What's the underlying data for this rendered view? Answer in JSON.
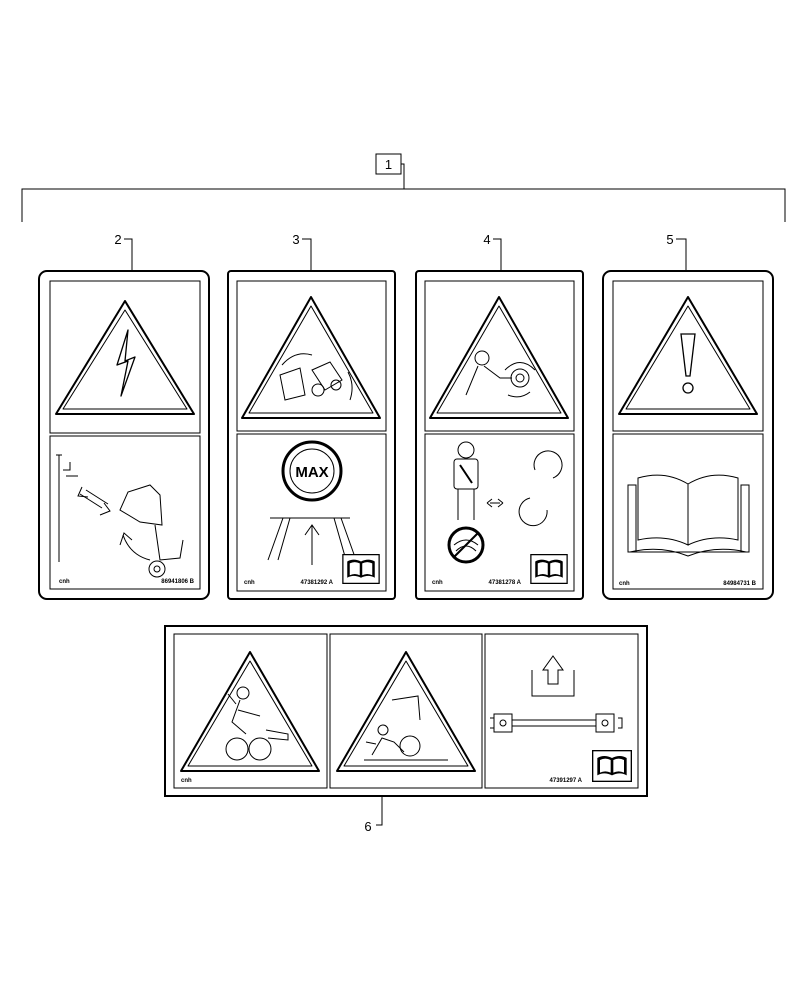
{
  "callouts": {
    "c1": "1",
    "c2": "2",
    "c3": "3",
    "c4": "4",
    "c5": "5",
    "c6": "6"
  },
  "decals": {
    "d2": {
      "brand": "cnh",
      "part_number": "86941806 B"
    },
    "d3": {
      "brand": "cnh",
      "part_number": "47381292 A",
      "max_label": "MAX"
    },
    "d4": {
      "brand": "cnh",
      "part_number": "47381278 A"
    },
    "d5": {
      "brand": "cnh",
      "part_number": "84984731 B"
    },
    "d6": {
      "brand": "cnh",
      "part_number": "47391297 A"
    }
  },
  "icons": [
    "electric-shock-icon",
    "crush-hazard-icon",
    "rotating-parts-icon",
    "exclamation-icon",
    "manual-book-icon",
    "entanglement-icon",
    "lift-arrow-icon",
    "pto-shaft-icon"
  ],
  "colors": {
    "line": "#000000",
    "background": "#ffffff"
  }
}
